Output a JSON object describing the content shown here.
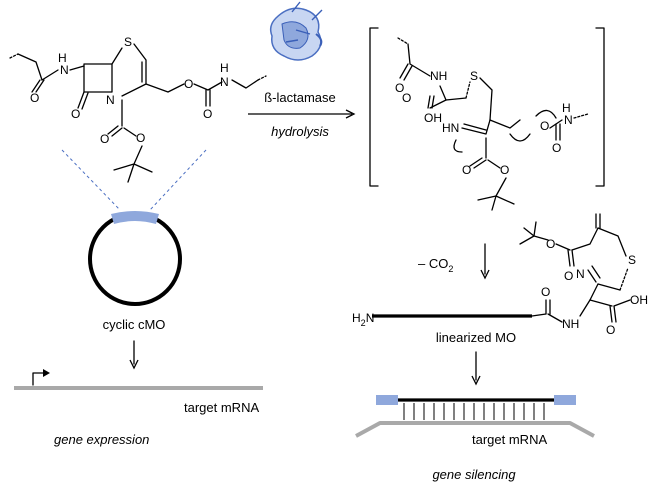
{
  "colors": {
    "accent_blue": "#8fa8dc",
    "enzyme_blue": "#6d8fd0",
    "mrna_grey": "#a9a9a9",
    "line_black": "#000000"
  },
  "labels": {
    "enzyme": "ß-lactamase",
    "reaction": "hydrolysis",
    "co2": "– CO",
    "co2_sub": "2",
    "cyclic": "cyclic cMO",
    "linearized": "linearized MO",
    "target_left": "target mRNA",
    "target_right": "target mRNA",
    "expression": "gene expression",
    "silencing": "gene silencing",
    "amine_h": "H",
    "amine_sub": "2",
    "amine_n": "N"
  },
  "atoms": {
    "N": "N",
    "H": "H",
    "HN": "HN",
    "NH": "NH",
    "O": "O",
    "S": "S",
    "OH": "OH"
  },
  "icons": [
    "enzyme-protein-icon",
    "promoter-arrow-icon",
    "reaction-arrow-icon"
  ]
}
